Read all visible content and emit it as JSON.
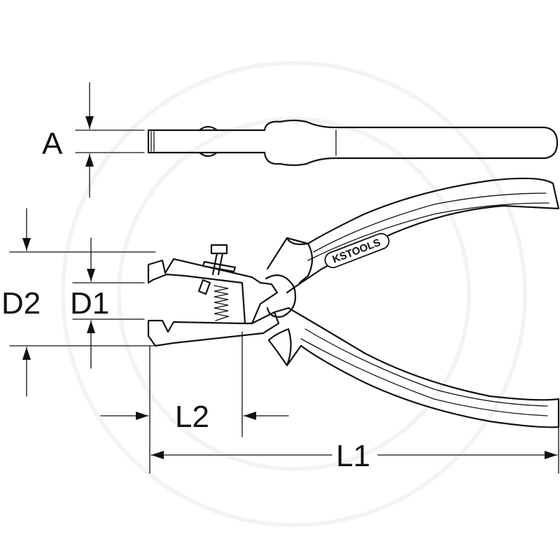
{
  "labels": {
    "a": "A",
    "d1": "D1",
    "d2": "D2",
    "l1": "L1",
    "l2": "L2"
  },
  "logo": {
    "text": "KSTOOLS"
  },
  "colors": {
    "line": "#111111",
    "background": "#ffffff"
  }
}
